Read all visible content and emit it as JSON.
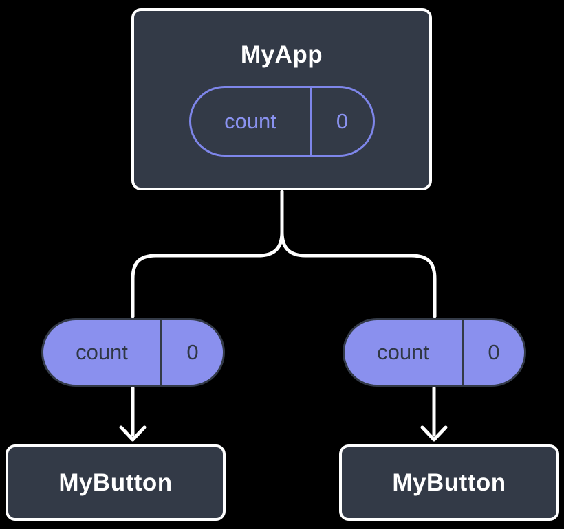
{
  "diagram": {
    "root": {
      "title": "MyApp",
      "state": {
        "label": "count",
        "value": "0"
      }
    },
    "children": [
      {
        "title": "MyButton",
        "prop": {
          "label": "count",
          "value": "0"
        }
      },
      {
        "title": "MyButton",
        "prop": {
          "label": "count",
          "value": "0"
        }
      }
    ],
    "colors": {
      "background": "#000000",
      "card_fill": "#333A47",
      "card_border": "#FFFFFF",
      "pill_outline": "#7E86EA",
      "pill_outline_text": "#8A92F0",
      "pill_solid_fill": "#8A90EE",
      "pill_solid_text": "#2F3744",
      "connector": "#FFFFFF",
      "title_text": "#FFFFFF"
    }
  }
}
